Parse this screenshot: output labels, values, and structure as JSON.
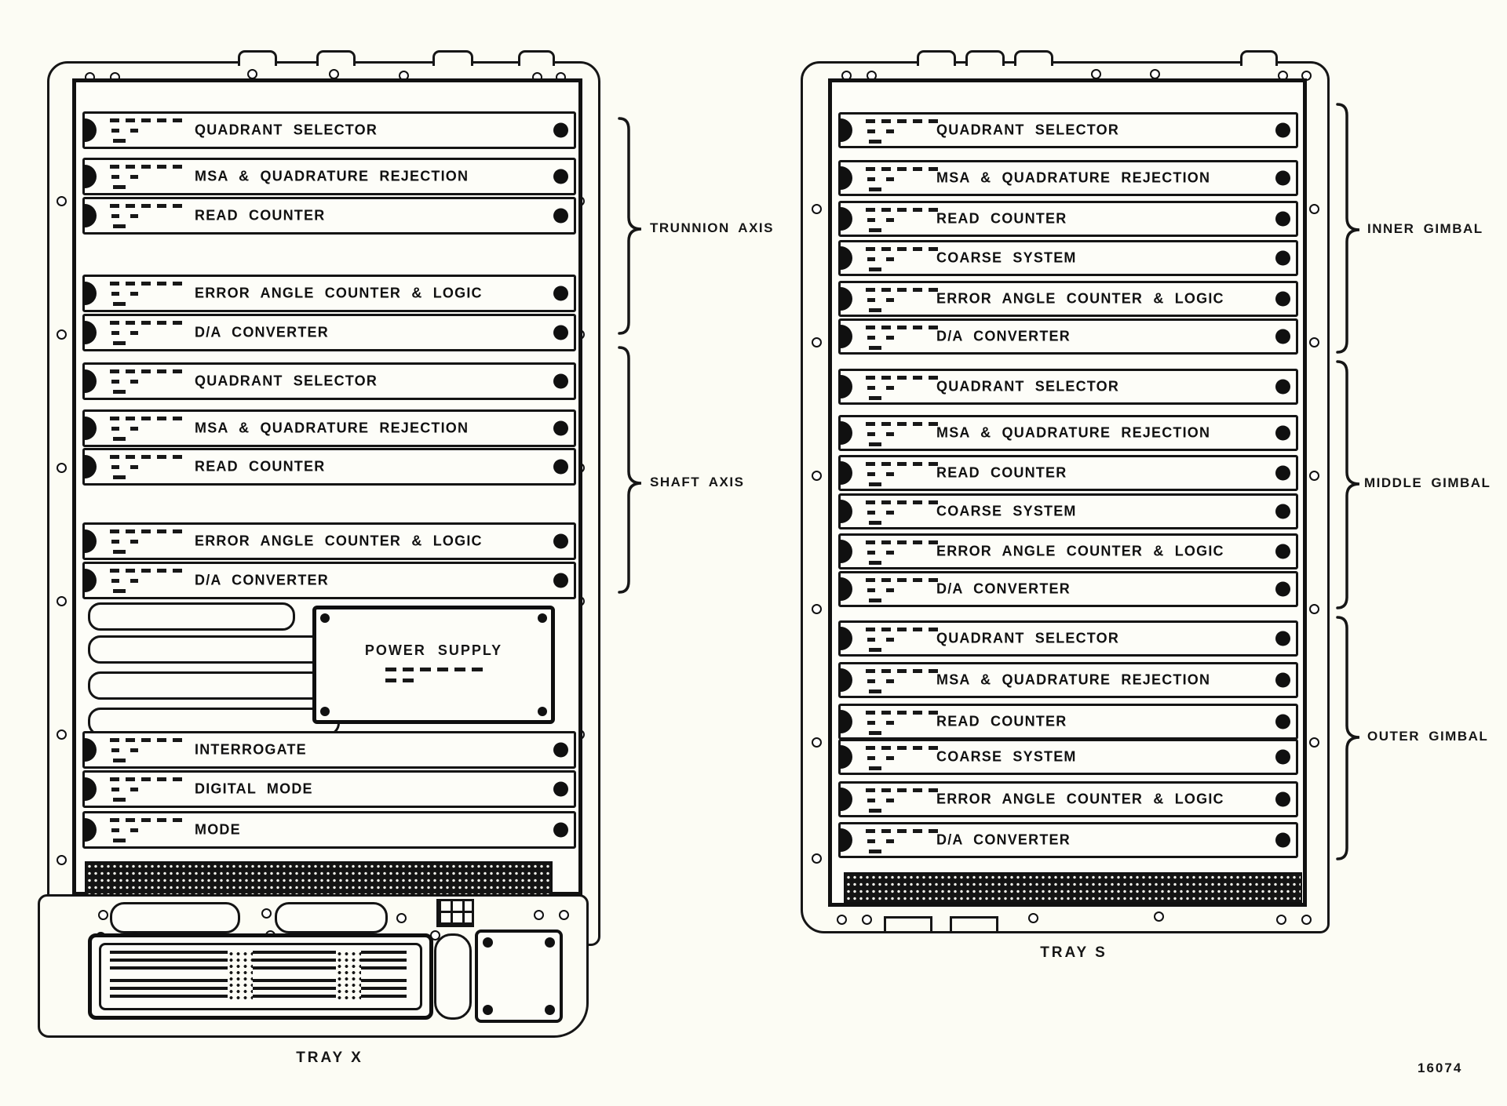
{
  "figure": {
    "number": "16074"
  },
  "tray_x": {
    "caption": "TRAY X",
    "power_supply_label": "POWER SUPPLY",
    "rows": [
      {
        "label": "QUADRANT SELECTOR"
      },
      {
        "label": "MSA & QUADRATURE REJECTION"
      },
      {
        "label": "READ COUNTER"
      },
      {
        "label": "ERROR ANGLE COUNTER & LOGIC"
      },
      {
        "label": "D/A CONVERTER"
      },
      {
        "label": "QUADRANT SELECTOR"
      },
      {
        "label": "MSA & QUADRATURE REJECTION"
      },
      {
        "label": "READ COUNTER"
      },
      {
        "label": "ERROR ANGLE COUNTER & LOGIC"
      },
      {
        "label": "D/A CONVERTER"
      },
      {
        "label": "INTERROGATE"
      },
      {
        "label": "DIGITAL MODE"
      },
      {
        "label": "MODE"
      }
    ],
    "braces": [
      {
        "label": "TRUNNION AXIS"
      },
      {
        "label": "SHAFT AXIS"
      }
    ]
  },
  "tray_s": {
    "caption": "TRAY S",
    "rows": [
      {
        "label": "QUADRANT SELECTOR"
      },
      {
        "label": "MSA & QUADRATURE REJECTION"
      },
      {
        "label": "READ COUNTER"
      },
      {
        "label": "COARSE SYSTEM"
      },
      {
        "label": "ERROR ANGLE COUNTER & LOGIC"
      },
      {
        "label": "D/A CONVERTER"
      },
      {
        "label": "QUADRANT SELECTOR"
      },
      {
        "label": "MSA & QUADRATURE REJECTION"
      },
      {
        "label": "READ COUNTER"
      },
      {
        "label": "COARSE SYSTEM"
      },
      {
        "label": "ERROR ANGLE COUNTER & LOGIC"
      },
      {
        "label": "D/A CONVERTER"
      },
      {
        "label": "QUADRANT SELECTOR"
      },
      {
        "label": "MSA & QUADRATURE REJECTION"
      },
      {
        "label": "READ COUNTER"
      },
      {
        "label": "COARSE SYSTEM"
      },
      {
        "label": "ERROR ANGLE COUNTER & LOGIC"
      },
      {
        "label": "D/A CONVERTER"
      }
    ],
    "braces": [
      {
        "label": "INNER GIMBAL"
      },
      {
        "label": "MIDDLE GIMBAL"
      },
      {
        "label": "OUTER GIMBAL"
      }
    ]
  }
}
